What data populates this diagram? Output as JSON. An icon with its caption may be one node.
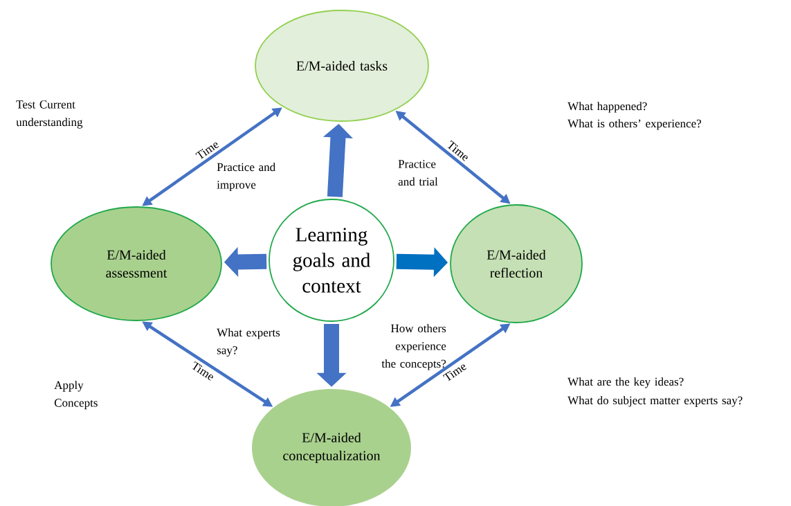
{
  "diagram": {
    "nodes": [
      {
        "text": [
          "E/M-aided tasks"
        ]
      },
      {
        "text": [
          "E/M-aided assessment"
        ]
      },
      {
        "text": [
          "Learning goals and context"
        ]
      },
      {
        "text": [
          "E/M-aided reflection"
        ]
      },
      {
        "text": [
          "E/M-aided conceptualization"
        ]
      }
    ],
    "edges": [
      {
        "from": 1,
        "to": 0,
        "arrow": "both",
        "label": "Time"
      },
      {
        "from": 0,
        "to": 3,
        "arrow": "both",
        "label": "Time"
      },
      {
        "from": 1,
        "to": 4,
        "arrow": "both",
        "label": "Time"
      },
      {
        "from": 4,
        "to": 3,
        "arrow": "both",
        "label": "Time"
      },
      {
        "from": 2,
        "to": 0,
        "arrow": "to",
        "style": "thick"
      },
      {
        "from": 2,
        "to": 1,
        "arrow": "to",
        "style": "thick"
      },
      {
        "from": 2,
        "to": 3,
        "arrow": "to",
        "style": "thick",
        "color": "#0070c0"
      },
      {
        "from": 2,
        "to": 4,
        "arrow": "to",
        "style": "thick"
      }
    ],
    "labels": [
      "Test Current understanding",
      "What happened?",
      "What is others’ experience?",
      "Practice and improve",
      "Practice and trial",
      "What experts say?",
      "How others experience the concepts?",
      "Apply Concepts",
      "What are the key ideas?",
      "What do subject matter experts say?"
    ]
  }
}
